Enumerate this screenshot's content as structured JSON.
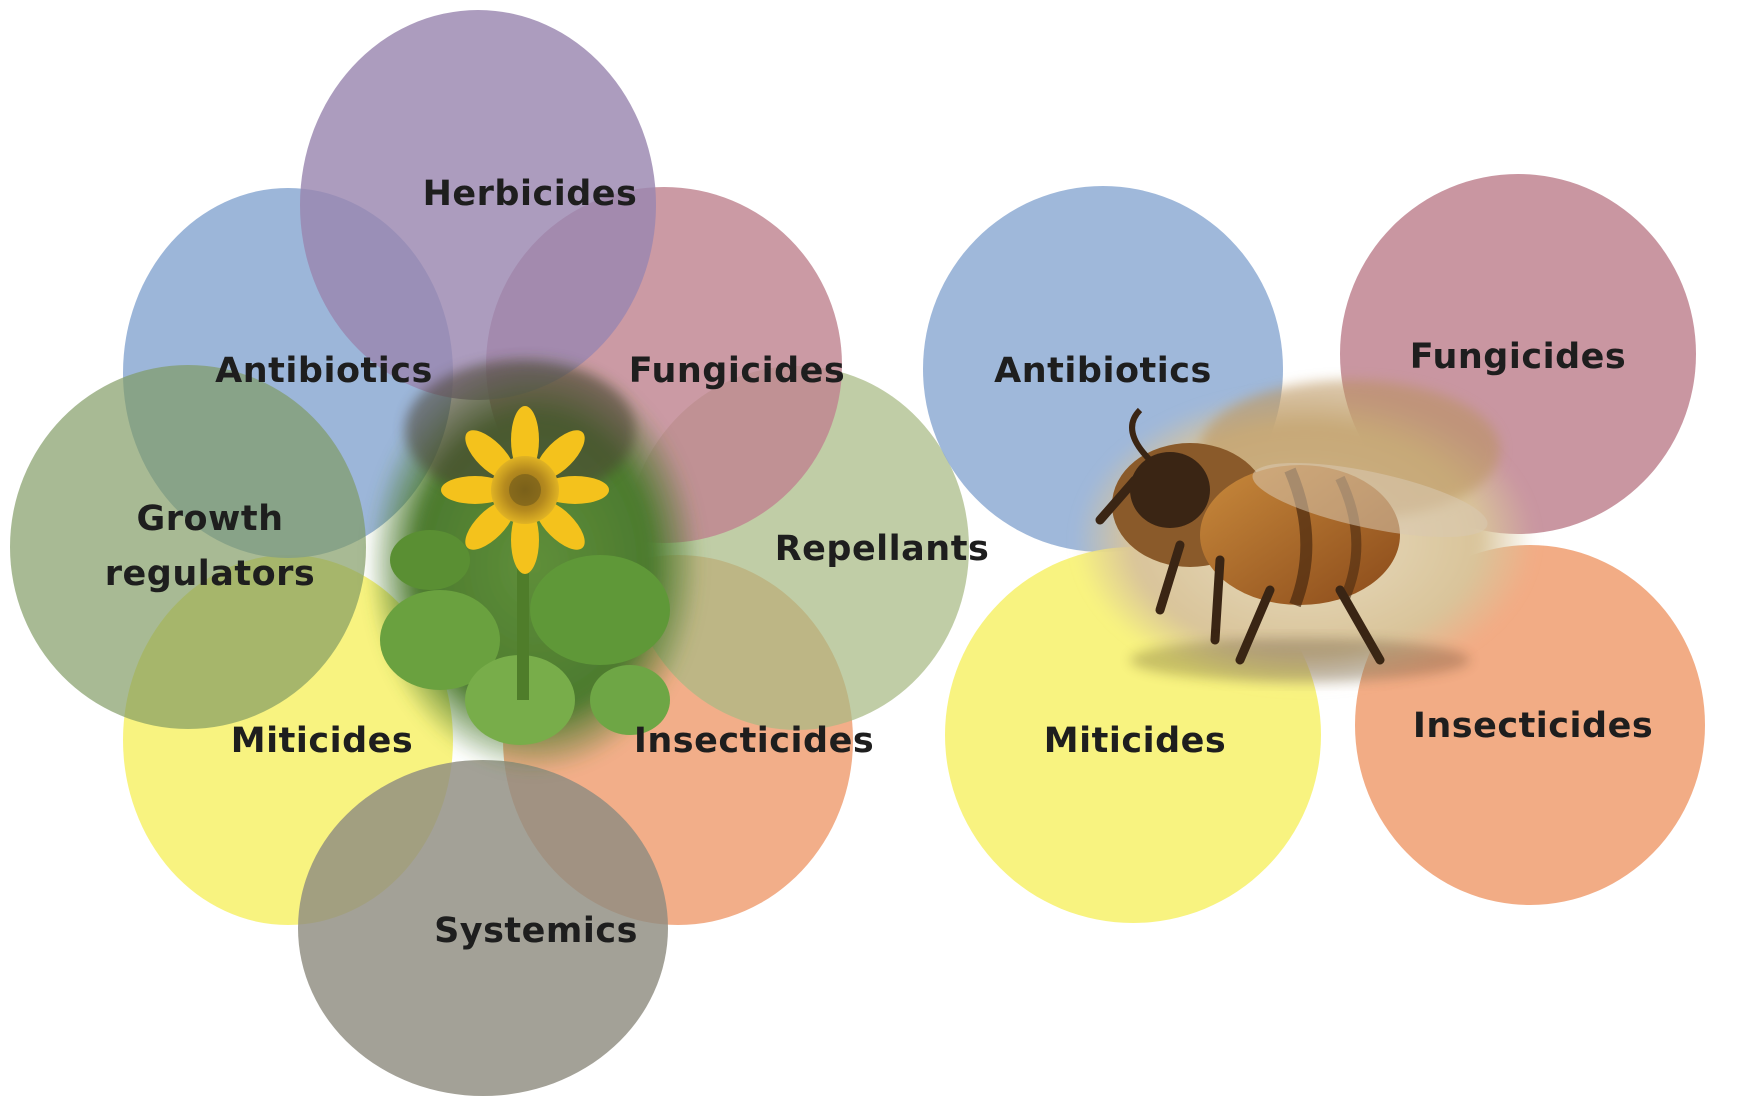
{
  "colors": {
    "purple": "#9a86b0",
    "rose": "#c08490",
    "blue": "#8eacd4",
    "green": "#8da873",
    "yellow": "#f7f272",
    "orange": "#f0a074",
    "gray": "#8f8c80",
    "background": "#ffffff"
  },
  "plant_cluster": {
    "center_image": "sunflower-photo",
    "items": [
      {
        "id": "herbicides",
        "label": "Herbicides",
        "color": "purple"
      },
      {
        "id": "antibiotics",
        "label": "Antibiotics",
        "color": "blue"
      },
      {
        "id": "fungicides",
        "label": "Fungicides",
        "color": "rose"
      },
      {
        "id": "growth-regulators",
        "label_line1": "Growth",
        "label_line2": "regulators",
        "color": "green"
      },
      {
        "id": "repellants",
        "label": "Repellants",
        "color": "green"
      },
      {
        "id": "miticides",
        "label": "Miticides",
        "color": "yellow"
      },
      {
        "id": "insecticides",
        "label": "Insecticides",
        "color": "orange"
      },
      {
        "id": "systemics",
        "label": "Systemics",
        "color": "gray"
      }
    ]
  },
  "bee_cluster": {
    "center_image": "honeybee-photo",
    "items": [
      {
        "id": "antibiotics",
        "label": "Antibiotics",
        "color": "blue"
      },
      {
        "id": "fungicides",
        "label": "Fungicides",
        "color": "rose"
      },
      {
        "id": "miticides",
        "label": "Miticides",
        "color": "yellow"
      },
      {
        "id": "insecticides",
        "label": "Insecticides",
        "color": "orange"
      }
    ]
  }
}
